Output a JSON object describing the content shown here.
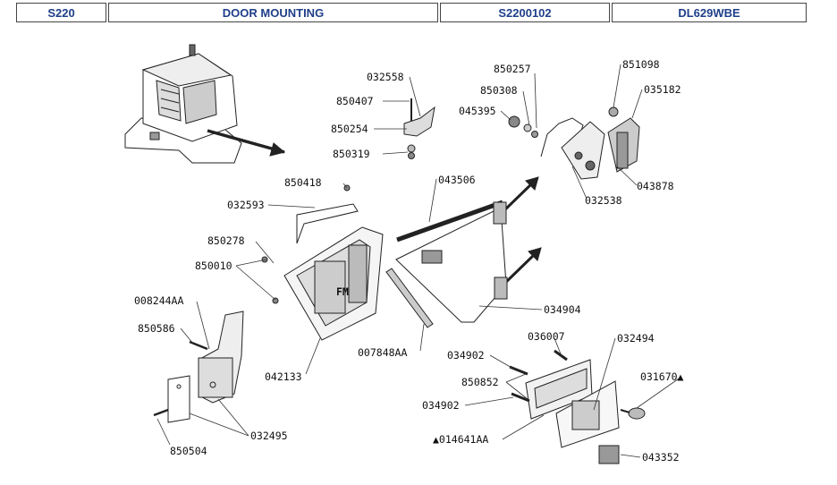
{
  "header": {
    "model": "S220",
    "title": "DOOR MOUNTING",
    "ref": "S2200102",
    "code": "DL629WBE"
  },
  "parts": {
    "p032558": "032558",
    "p850407": "850407",
    "p850254": "850254",
    "p850319": "850319",
    "p850257": "850257",
    "p850308": "850308",
    "p045395": "045395",
    "p851098": "851098",
    "p035182": "035182",
    "p043878": "043878",
    "p032538": "032538",
    "p043506": "043506",
    "p850418": "850418",
    "p032593": "032593",
    "p850278": "850278",
    "p850010": "850010",
    "p008244AA": "008244AA",
    "p850586": "850586",
    "p042133": "042133",
    "p007848AA": "007848AA",
    "p034904": "034904",
    "p036007": "036007",
    "p032494": "032494",
    "p034902a": "034902",
    "p850852": "850852",
    "p034902b": "034902",
    "p031670": "031670▲",
    "p014641AA": "▲014641AA",
    "p043352": "043352",
    "p032495": "032495",
    "p850504": "850504"
  }
}
